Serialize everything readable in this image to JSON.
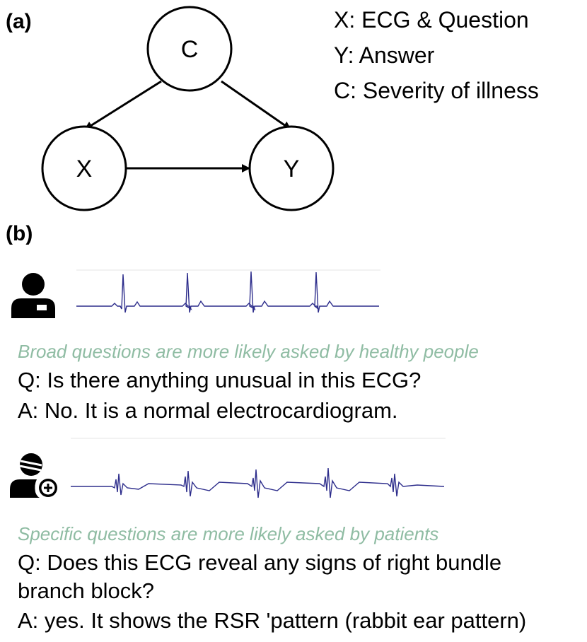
{
  "panel_a": {
    "label": "(a)",
    "nodes": {
      "c": "C",
      "x": "X",
      "y": "Y"
    },
    "legend": [
      "X: ECG & Question",
      "Y: Answer",
      "C: Severity of illness"
    ]
  },
  "panel_b": {
    "label": "(b)",
    "examples": [
      {
        "icon": "healthy-person-icon",
        "caption": "Broad questions are more likely asked by healthy people",
        "question": "Q: Is there anything unusual in this ECG?",
        "answer": "A: No. It is a normal electrocardiogram."
      },
      {
        "icon": "patient-icon",
        "caption": "Specific questions are more likely asked by patients",
        "question_line1": "Q: Does this ECG reveal any signs of right bundle",
        "question_line2": "branch block?",
        "answer": "A: yes. It shows the RSR 'pattern (rabbit ear pattern)"
      }
    ]
  },
  "colors": {
    "caption": "#8fbca3",
    "ecg_trace": "#2e2e8c",
    "ink": "#000000"
  }
}
